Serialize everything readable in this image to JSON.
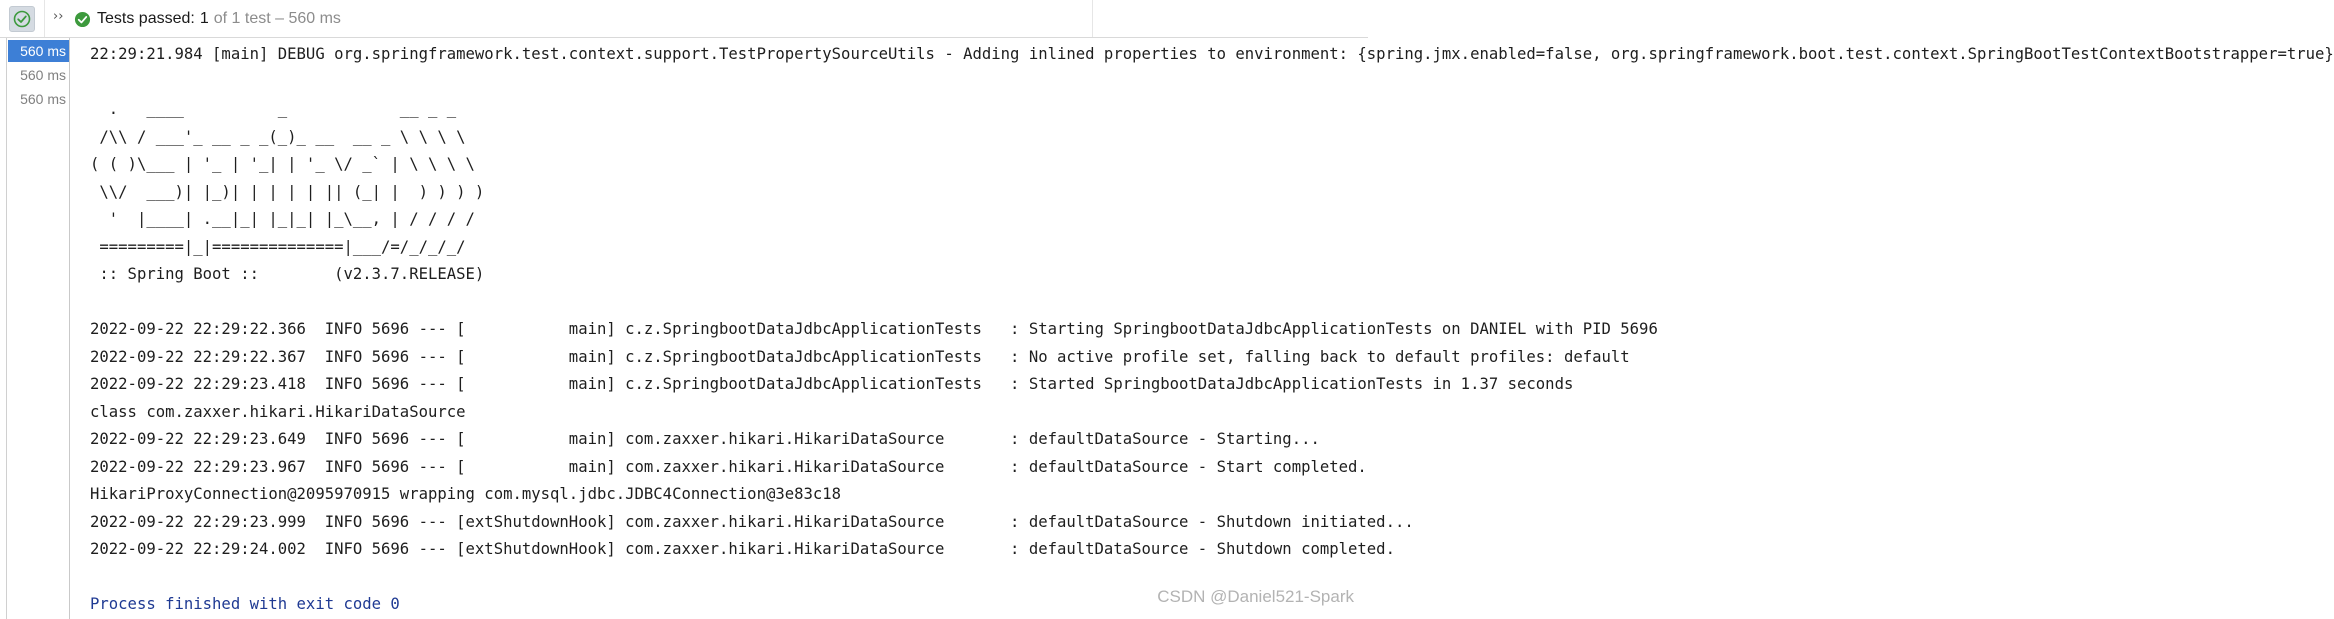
{
  "toolbar": {
    "status_label": "Tests passed:",
    "count": "1",
    "rest": "of 1 test – 560 ms",
    "chevron": "››"
  },
  "gutter": {
    "items": [
      {
        "label": "560 ms",
        "selected": true
      },
      {
        "label": "560 ms",
        "selected": false
      },
      {
        "label": "560 ms",
        "selected": false
      }
    ]
  },
  "console": {
    "lines": [
      "22:29:21.984 [main] DEBUG org.springframework.test.context.support.TestPropertySourceUtils - Adding inlined properties to environment: {spring.jmx.enabled=false, org.springframework.boot.test.context.SpringBootTestContextBootstrapper=true}",
      "",
      "  .   ____          _            __ _ _",
      " /\\\\ / ___'_ __ _ _(_)_ __  __ _ \\ \\ \\ \\",
      "( ( )\\___ | '_ | '_| | '_ \\/ _` | \\ \\ \\ \\",
      " \\\\/  ___)| |_)| | | | | || (_| |  ) ) ) )",
      "  '  |____| .__|_| |_|_| |_\\__, | / / / /",
      " =========|_|==============|___/=/_/_/_/",
      " :: Spring Boot ::        (v2.3.7.RELEASE)",
      "",
      "2022-09-22 22:29:22.366  INFO 5696 --- [           main] c.z.SpringbootDataJdbcApplicationTests   : Starting SpringbootDataJdbcApplicationTests on DANIEL with PID 5696",
      "2022-09-22 22:29:22.367  INFO 5696 --- [           main] c.z.SpringbootDataJdbcApplicationTests   : No active profile set, falling back to default profiles: default",
      "2022-09-22 22:29:23.418  INFO 5696 --- [           main] c.z.SpringbootDataJdbcApplicationTests   : Started SpringbootDataJdbcApplicationTests in 1.37 seconds",
      "class com.zaxxer.hikari.HikariDataSource",
      "2022-09-22 22:29:23.649  INFO 5696 --- [           main] com.zaxxer.hikari.HikariDataSource       : defaultDataSource - Starting...",
      "2022-09-22 22:29:23.967  INFO 5696 --- [           main] com.zaxxer.hikari.HikariDataSource       : defaultDataSource - Start completed.",
      "HikariProxyConnection@2095970915 wrapping com.mysql.jdbc.JDBC4Connection@3e83c18",
      "2022-09-22 22:29:23.999  INFO 5696 --- [extShutdownHook] com.zaxxer.hikari.HikariDataSource       : defaultDataSource - Shutdown initiated...",
      "2022-09-22 22:29:24.002  INFO 5696 --- [extShutdownHook] com.zaxxer.hikari.HikariDataSource       : defaultDataSource - Shutdown completed.",
      "",
      "Process finished with exit code 0"
    ]
  },
  "watermark": "CSDN @Daniel521-Spark",
  "colors": {
    "pass_green": "#3d9a3d",
    "selection_blue": "#3d7fd6",
    "exit_text": "#1f3a93"
  }
}
